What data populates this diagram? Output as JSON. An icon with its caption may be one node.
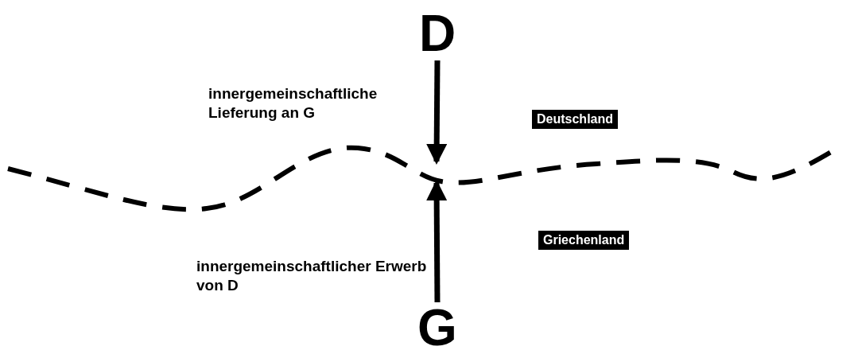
{
  "diagram": {
    "nodes": [
      {
        "text": [
          "D"
        ]
      },
      {
        "text": [
          "G"
        ]
      }
    ],
    "edges": [
      {
        "from": 0,
        "to": null,
        "arrow": "to",
        "label": "innergemeinschaftliche Lieferung an G"
      },
      {
        "from": 1,
        "to": null,
        "arrow": "to",
        "label": "innergemeinschaftlicher Erwerb von D"
      }
    ],
    "labels": [
      "Deutschland",
      "Griechenland"
    ]
  }
}
